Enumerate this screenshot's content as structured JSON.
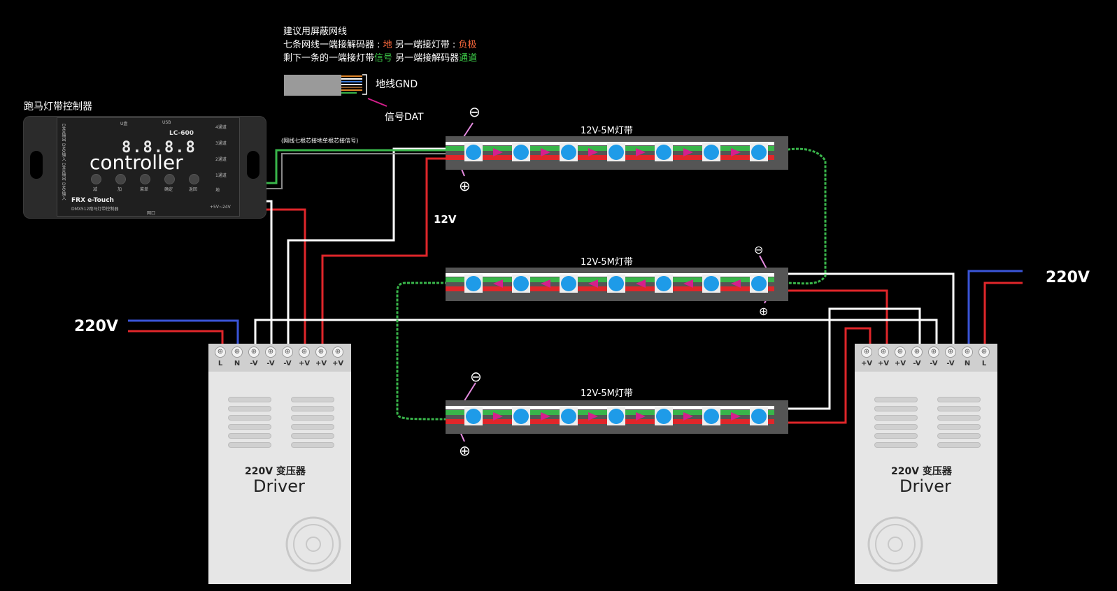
{
  "notes": {
    "line1": "建议用屏蔽网线",
    "line2_a": "七条网线一端接解码器 : ",
    "line2_b": "地",
    "line2_c": "  另一端接灯带 : ",
    "line2_d": "负极",
    "line3_a": "剩下一条的一端接灯带",
    "line3_b": "信号",
    "line3_c": "  另一端接解码器",
    "line3_d": "通道"
  },
  "cable": {
    "gnd_label": "地线GND",
    "dat_label": "信号DAT"
  },
  "controller": {
    "title": "跑马灯带控制器",
    "model": "LC-600",
    "display": "8.8.8.8",
    "big_label": "controller",
    "brand": "FRX e-Touch",
    "sub_brand": "DMX512跑马灯带控制器",
    "power_label": "+5V~24V",
    "cable_note": "(网线七根芯接地单根芯接信号)",
    "buttons": [
      "减",
      "加",
      "菜单",
      "确定",
      "返回"
    ],
    "top_ports": [
      "U盘",
      "USB"
    ],
    "bottom_port": "网口",
    "side_labels": [
      "DMX输出",
      "DMX输入",
      "DMX输出",
      "DMX输入"
    ],
    "channel_labels": [
      "4通道",
      "3通道",
      "2通道",
      "1通道",
      "地"
    ]
  },
  "strips": [
    {
      "title": "12V-5M灯带",
      "direction": "right"
    },
    {
      "title": "12V-5M灯带",
      "direction": "left"
    },
    {
      "title": "12V-5M灯带",
      "direction": "right"
    }
  ],
  "labels": {
    "v12": "12V",
    "minus": "⊖",
    "plus": "⊕"
  },
  "left_psu": {
    "input_label": "220V",
    "terminals": [
      "L",
      "N",
      "-V",
      "-V",
      "-V",
      "+V",
      "+V",
      "+V"
    ],
    "title": "220V 变压器",
    "subtitle": "Driver"
  },
  "right_psu": {
    "input_label": "220V",
    "terminals": [
      "+V",
      "+V",
      "+V",
      "-V",
      "-V",
      "-V",
      "N",
      "L"
    ],
    "title": "220V 变压器",
    "subtitle": "Driver"
  },
  "colors": {
    "wire_red": "#e0262a",
    "wire_white": "#ffffff",
    "wire_green": "#39b54a",
    "wire_blue": "#3a55d8",
    "led_blue": "#1e9be8",
    "arrow_magenta": "#d51f8c",
    "pointer_pink": "#e58be0"
  }
}
